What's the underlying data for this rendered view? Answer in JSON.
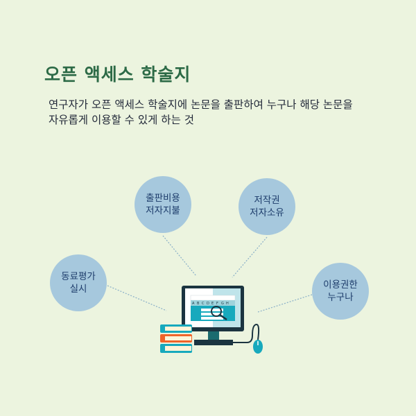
{
  "title": "오픈 액세스 학술지",
  "description": [
    "연구자가  오픈 액세스 학술지에 논문을 출판하여 누구나 해당 논문을",
    "자유롭게 이용할 수 있게 하는 것"
  ],
  "bubbles": [
    {
      "line1": "출판비용",
      "line2": "저자지불"
    },
    {
      "line1": "저작권",
      "line2": "저자소유"
    },
    {
      "line1": "동료평가",
      "line2": "실시"
    },
    {
      "line1": "이용권한",
      "line2": "누구나"
    }
  ],
  "illustration": {
    "icons": [
      "computer-monitor-icon",
      "magnifier-icon",
      "books-icon",
      "mouse-icon"
    ],
    "keys": [
      "A",
      "B",
      "C",
      "D",
      "E",
      "F",
      "G",
      "H"
    ],
    "colors": {
      "teal": "#17a9bd",
      "dark": "#1b3440",
      "orange": "#f0642a",
      "light_blue": "#bfe4ea"
    }
  }
}
